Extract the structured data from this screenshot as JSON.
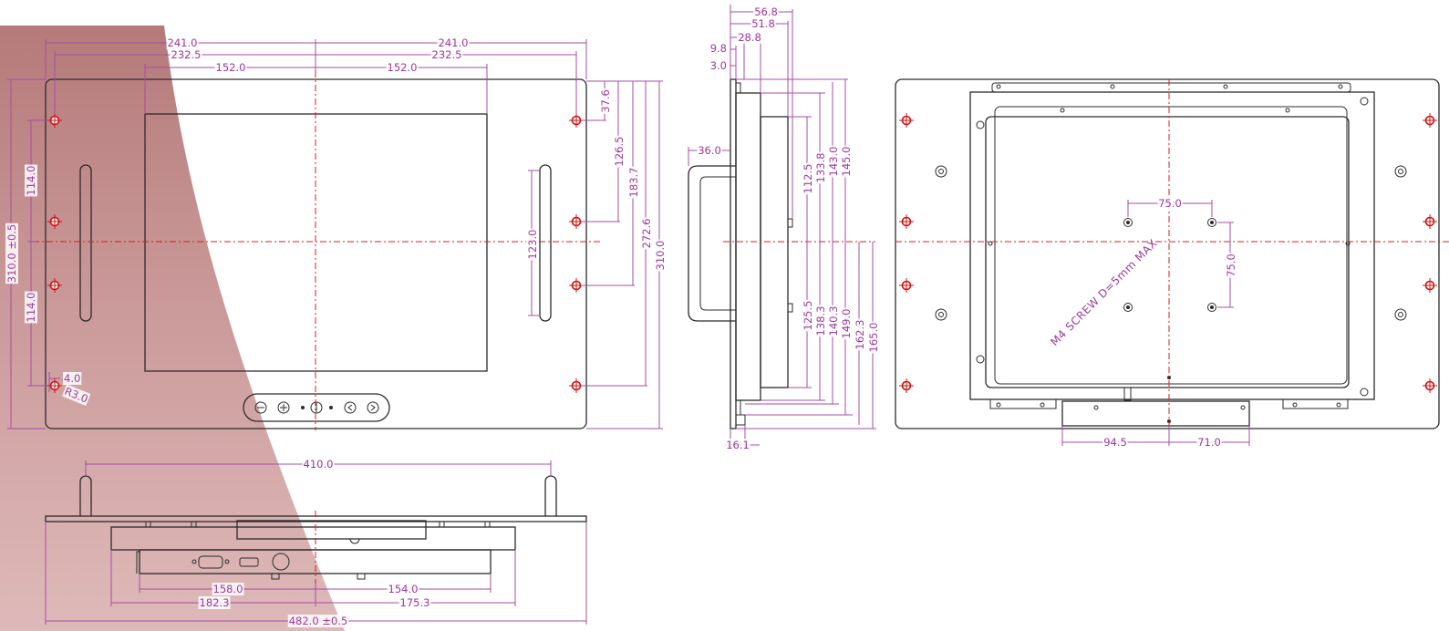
{
  "colors": {
    "dimension": "#a64ca6",
    "centerline": "#e01818",
    "outline": "#2b2b2b",
    "mount_hole": "#d01010",
    "overlay": "#a85a5a"
  },
  "front_view": {
    "horiz_outer_left": "241.0",
    "horiz_outer_right": "241.0",
    "horiz_holes_left": "232.5",
    "horiz_holes_right": "232.5",
    "horiz_screen_left": "152.0",
    "horiz_screen_right": "152.0",
    "height_total": "310.0 ±0.5",
    "hole_spacing_upper": "114.0",
    "hole_spacing_lower": "114.0",
    "hole_offset": "4.0",
    "hole_radius": "R3.0",
    "handle_length": "123.0",
    "right_d1": "37.6",
    "right_d2": "126.5",
    "right_d3": "183.7",
    "right_d4": "272.6",
    "right_d5": "310.0"
  },
  "side_view": {
    "top_d1": "56.8",
    "top_d2": "51.8",
    "top_d3": "28.8",
    "top_d4": "9.8",
    "top_d5": "3.0",
    "handle_depth": "36.0",
    "upper_d1": "112.5",
    "upper_d2": "133.8",
    "upper_d3": "143.0",
    "upper_d4": "145.0",
    "lower_d1": "125.5",
    "lower_d2": "138.3",
    "lower_d3": "140.3",
    "lower_d4": "149.0",
    "lower_d5": "162.3",
    "lower_d6": "165.0",
    "bottom_d1": "16.1"
  },
  "rear_view": {
    "vesa_h": "75.0",
    "vesa_v": "75.0",
    "screw_note": "M4 SCREW D=5mm MAX",
    "bottom_left": "94.5",
    "bottom_right": "71.0"
  },
  "bottom_view": {
    "handles_span": "410.0",
    "inner_left": "158.0",
    "inner_right": "154.0",
    "outer_left": "182.3",
    "outer_right": "175.3",
    "total_width": "482.0 ±0.5"
  }
}
